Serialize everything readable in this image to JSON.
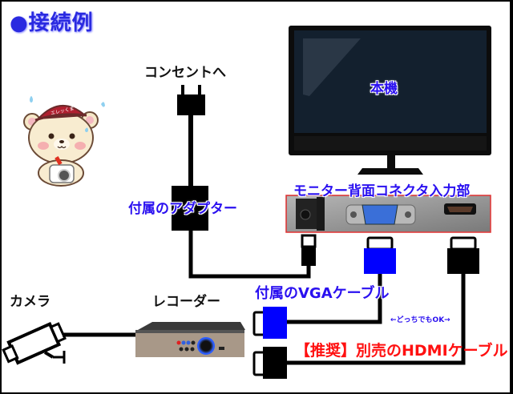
{
  "title": "●接続例",
  "labels": {
    "outlet": "コンセントへ",
    "main_unit": "本機",
    "monitor_ports": "モニター背面コネクタ入力部",
    "adapter": "付属のアダプター",
    "camera": "カメラ",
    "recorder": "レコーダー",
    "vga_cable": "付属のVGAケーブル",
    "either_ok": "←どっちでもOK→",
    "hdmi_cable": "【推奨】別売のHDMIケーブル"
  },
  "mascot": {
    "cap_text": "エレッくま"
  },
  "colors": {
    "title": "#2a2ae0",
    "blue_label": "#2a10f0",
    "red_label": "#ff1010",
    "vga_plug": "#0000ff",
    "monitor_screen": "#13202e",
    "panel_border": "#e03030"
  }
}
